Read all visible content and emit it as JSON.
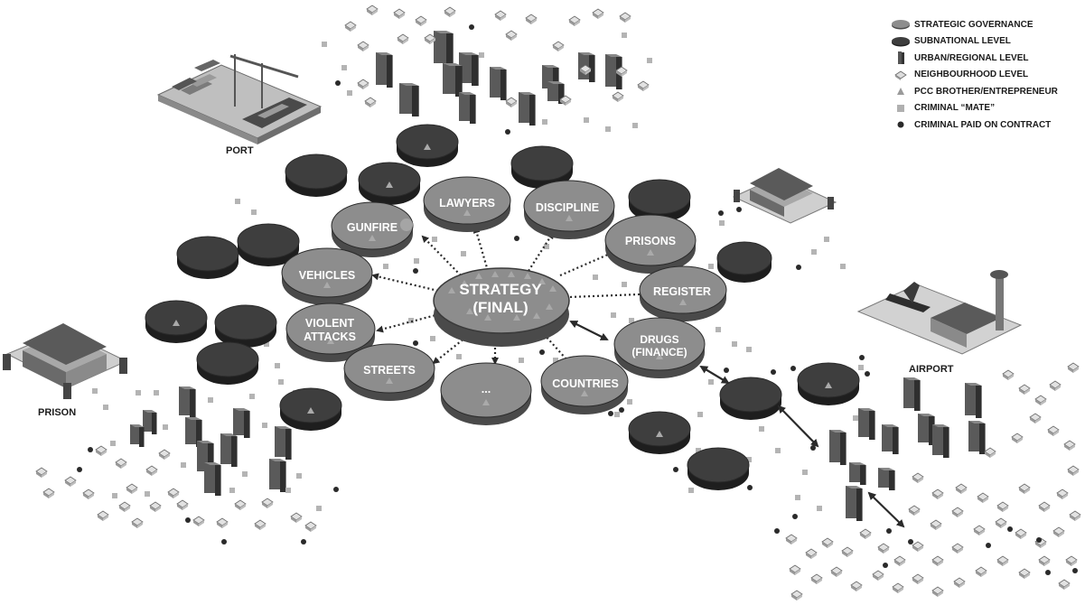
{
  "legend": {
    "strategic": "STRATEGIC GOVERNANCE",
    "subnational": "SUBNATIONAL LEVEL",
    "urban": "URBAN/REGIONAL LEVEL",
    "neighbourhood": "NEIGHBOURHOOD LEVEL",
    "brother": "PCC BROTHER/ENTREPRENEUR",
    "mate": "CRIMINAL “MATE”",
    "contract": "CRIMINAL PAID ON CONTRACT"
  },
  "places": {
    "port": "PORT",
    "prison": "PRISON",
    "airport": "AIRPORT"
  },
  "center": {
    "line1": "STRATEGY",
    "line2": "(FINAL)"
  },
  "nodes": {
    "lawyers": "LAWYERS",
    "discipline": "DISCIPLINE",
    "gunfire": "GUNFIRE",
    "prisons": "PRISONS",
    "vehicles": "VEHICLES",
    "register": "REGISTER",
    "violent_1": "VIOLENT",
    "violent_2": "ATTACKS",
    "drugs_1": "DRUGS",
    "drugs_2": "(FINANCE)",
    "streets": "STREETS",
    "ellipsis": "...",
    "countries": "COUNTRIES"
  },
  "colors": {
    "strategic_fill": "#8d8d8d",
    "subnational_fill": "#3e3e3e",
    "background": "#ffffff"
  }
}
